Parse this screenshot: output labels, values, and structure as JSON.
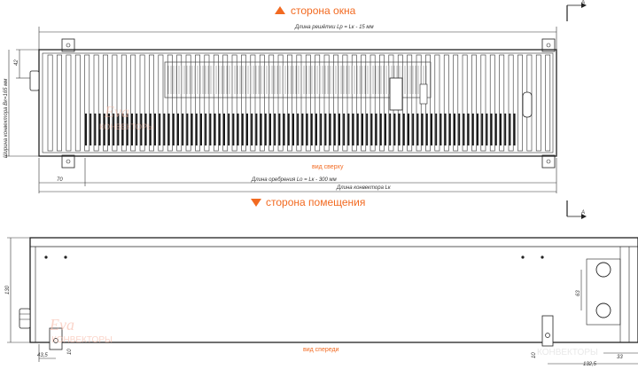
{
  "top_view": {
    "window_side_label": "сторона окна",
    "room_side_label": "сторона помещения",
    "view_label": "вид сверху",
    "grille_length_label": "Длина решётки Lр = Lк - 15 мм",
    "fin_length_label": "Длина оребрения Lо = Lк - 300 мм",
    "convector_length_label": "Длина конвектора Lк",
    "width_label": "Ширина конвектора Вк=165 мм",
    "dim_42": "42",
    "dim_70": "70",
    "section_mark": "A"
  },
  "front_view": {
    "view_label": "вид спереди",
    "height_label": "130",
    "dim_63": "63",
    "dim_10_left": "10",
    "dim_43_5": "43,5",
    "dim_10_right": "10",
    "dim_132_5": "132,5",
    "dim_33": "33"
  },
  "watermark": {
    "brand": "Eva",
    "subtitle": "КОНВЕКТОРЫ"
  },
  "colors": {
    "accent": "#f26a21",
    "line": "#222222",
    "watermark": "#f7b9a6"
  },
  "icons": {
    "triangle_up": "triangle-up-icon",
    "triangle_down": "triangle-down-icon"
  }
}
